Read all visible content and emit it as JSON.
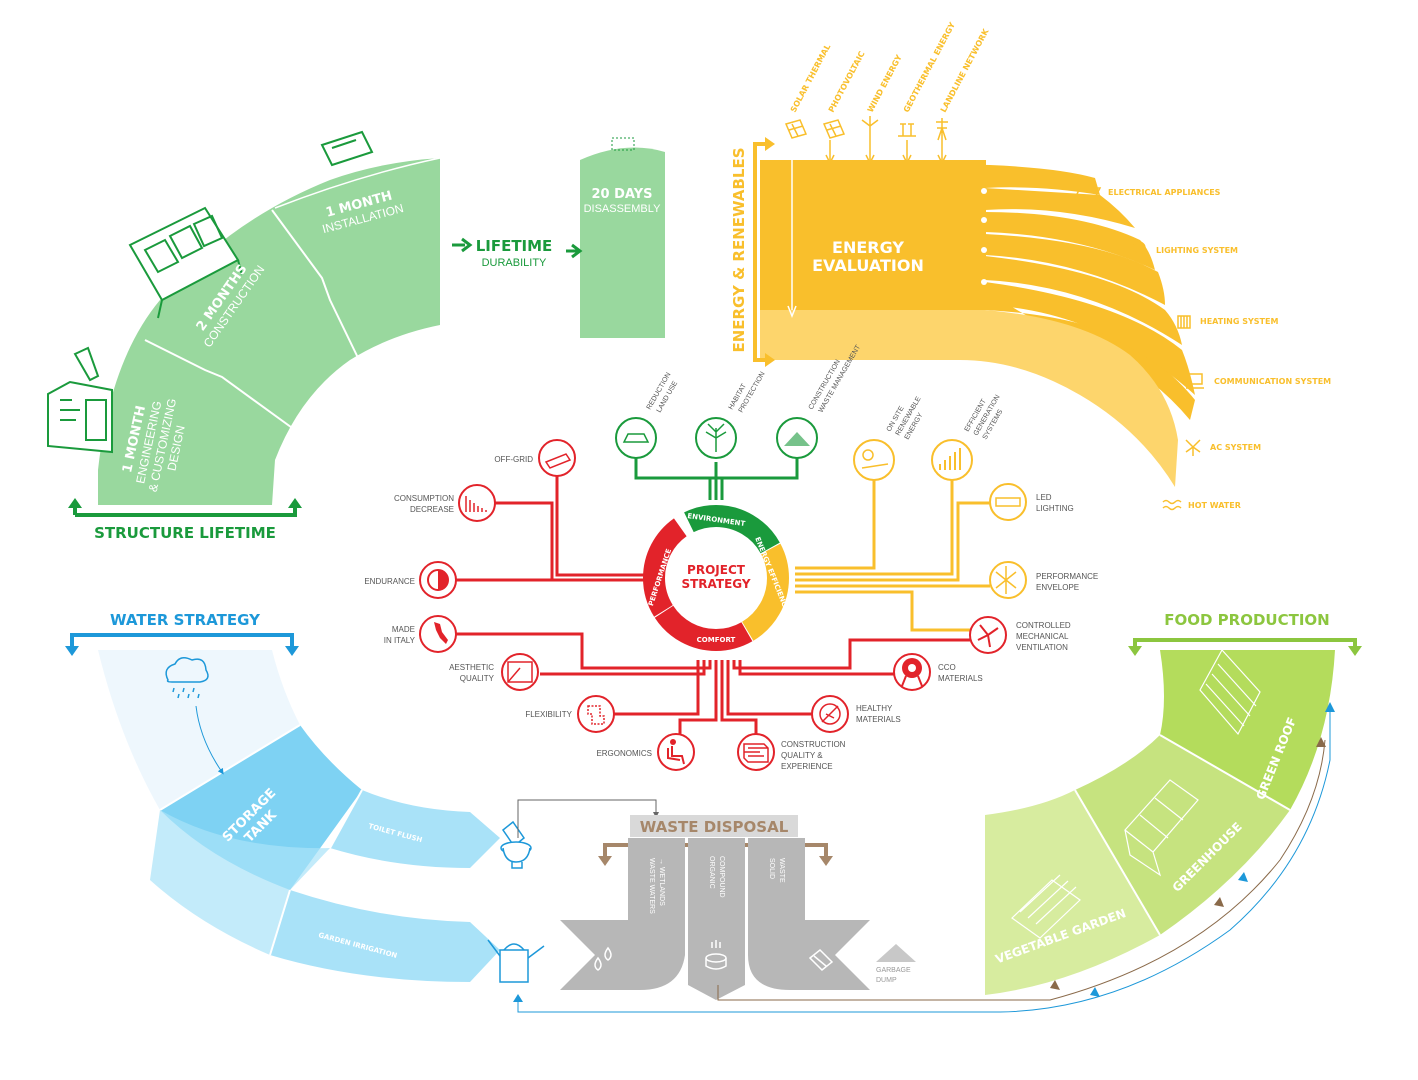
{
  "structure": {
    "title": "STRUCTURE LIFETIME",
    "phase1": {
      "dur": "1 MONTH",
      "l1": "ENGINEERING",
      "l2": "& CUSTOMIZING",
      "l3": "DESIGN"
    },
    "phase2": {
      "dur": "2 MONTHS",
      "l1": "CONSTRUCTION"
    },
    "phase3": {
      "dur": "1 MONTH",
      "l1": "INSTALLATION"
    },
    "lifetime": {
      "title": "LIFETIME",
      "sub": "DURABILITY"
    },
    "disassembly": {
      "dur": "20 DAYS",
      "l1": "DISASSEMBLY"
    }
  },
  "energy": {
    "title": "ENERGY & RENEWABLES",
    "eval1": "ENERGY",
    "eval2": "EVALUATION",
    "sources": [
      "SOLAR THERMAL",
      "PHOTOVOLTAIC",
      "WIND ENERGY",
      "GEOTHERMAL ENERGY",
      "LANDLINE NETWORK"
    ],
    "uses": [
      "ELECTRICAL APPLIANCES",
      "LIGHTING SYSTEM",
      "HEATING SYSTEM",
      "COMMUNICATION SYSTEM",
      "AC SYSTEM",
      "HOT WATER"
    ]
  },
  "strategy": {
    "center1": "PROJECT",
    "center2": "STRATEGY",
    "ring": {
      "environment": "ENVIRONMENT",
      "energy": "ENERGY EFFICIENCY",
      "comfort": "COMFORT",
      "performance": "PERFORMANCE"
    },
    "environment": [
      {
        "label": [
          "REDUCTION",
          "LAND USE"
        ]
      },
      {
        "label": [
          "HABITAT",
          "PROTECTION"
        ]
      },
      {
        "label": [
          "CONSTRUCTION",
          "WASTE MANAGEMENT"
        ]
      }
    ],
    "energy_top": [
      {
        "label": [
          "ON SITE",
          "RENEWABLE",
          "ENERGY"
        ]
      },
      {
        "label": [
          "EFFICIENT",
          "GENERATION",
          "SYSTEMS"
        ]
      }
    ],
    "energy_right": [
      {
        "label": [
          "LED",
          "LIGHTING"
        ]
      },
      {
        "label": [
          "PERFORMANCE",
          "ENVELOPE"
        ]
      },
      {
        "label": [
          "CONTROLLED",
          "MECHANICAL",
          "VENTILATION"
        ]
      }
    ],
    "left": [
      {
        "label": [
          "OFF-GRID"
        ]
      },
      {
        "label": [
          "CONSUMPTION",
          "DECREASE"
        ]
      },
      {
        "label": [
          "ENDURANCE"
        ]
      },
      {
        "label": [
          "MADE",
          "IN ITALY"
        ]
      },
      {
        "label": [
          "AESTHETIC",
          "QUALITY"
        ]
      },
      {
        "label": [
          "FLEXIBILITY"
        ]
      },
      {
        "label": [
          "ERGONOMICS"
        ]
      }
    ],
    "right_red": [
      {
        "label": [
          "CCO",
          "MATERIALS"
        ]
      },
      {
        "label": [
          "HEALTHY",
          "MATERIALS"
        ]
      },
      {
        "label": [
          "CONSTRUCTION",
          "QUALITY &",
          "EXPERIENCE"
        ]
      }
    ]
  },
  "water": {
    "title": "WATER STRATEGY",
    "tank1": "STORAGE",
    "tank2": "TANK",
    "flush": "TOILET FLUSH",
    "irrigation": "GARDEN IRRIGATION"
  },
  "waste": {
    "title": "WASTE DISPOSAL",
    "c1": [
      "WASTE WATERS",
      "→ WETLANDS"
    ],
    "c2": [
      "ORGANIC",
      "COMPOUND"
    ],
    "c3": [
      "SOLID",
      "WASTE"
    ],
    "dump1": "GARBAGE",
    "dump2": "DUMP"
  },
  "food": {
    "title": "FOOD PRODUCTION",
    "s1": "GREEN ROOF",
    "s2": "GREENHOUSE",
    "s3": "VEGETABLE GARDEN"
  },
  "colors": {
    "green": "#99d89e",
    "greenDark": "#1a9a3c",
    "yellow": "#f9bf2c",
    "yellowLight": "#fdd56c",
    "red": "#e2232a",
    "blue": "#1d98d9",
    "blueLight": "#7ed2f3",
    "grey": "#b7b7b7",
    "lime": "#b4dc5c"
  }
}
